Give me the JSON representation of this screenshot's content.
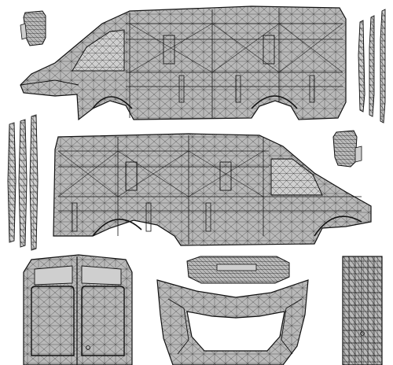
{
  "sheet": {
    "background": "#ffffff",
    "panel_fill": "#b9b9b9",
    "panel_fill_light": "#cfcfcf",
    "mesh_stroke": "#2a2a2a",
    "outline_stroke": "#111111",
    "parts": [
      "side-panel-right",
      "side-panel-left",
      "mirror-top-left",
      "mirror-middle-right",
      "trim-strips-top-right",
      "trim-strips-left",
      "rear-doors",
      "rear-bumper",
      "front-bumper",
      "grille-panel"
    ]
  }
}
